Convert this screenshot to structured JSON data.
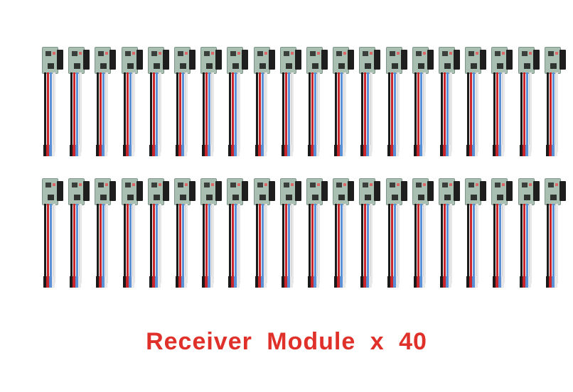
{
  "product": {
    "caption": "Receiver Module x 40",
    "rows": 2,
    "modules_per_row_visible": 20,
    "caption_color": "#e0302a",
    "wire_colors": [
      "#1a1a1a",
      "#c8262a",
      "#5b8fd6",
      "#e8e8e8"
    ]
  }
}
